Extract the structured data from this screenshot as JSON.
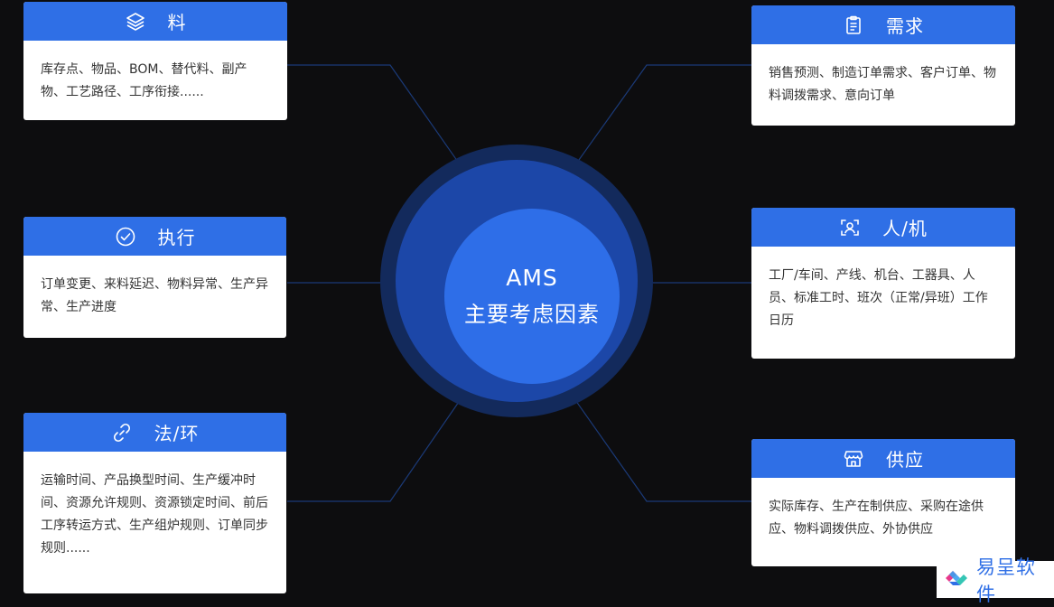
{
  "center": {
    "line1": "AMS",
    "line2": "主要考虑因素"
  },
  "cards": [
    {
      "title": "料",
      "icon": "layers-icon",
      "body": "库存点、物品、BOM、替代料、副产物、工艺路径、工序衔接......"
    },
    {
      "title": "执行",
      "icon": "check-circle-icon",
      "body": "订单变更、来料延迟、物料异常、生产异常、生产进度"
    },
    {
      "title": "法/环",
      "icon": "link-icon",
      "body": "运输时间、产品换型时间、生产缓冲时间、资源允许规则、资源锁定时间、前后工序转运方式、生产组炉规则、订单同步规则......"
    },
    {
      "title": "需求",
      "icon": "clipboard-icon",
      "body": "销售预测、制造订单需求、客户订单、物料调拨需求、意向订单"
    },
    {
      "title": "人/机",
      "icon": "face-scan-icon",
      "body": "工厂/车间、产线、机台、工器具、人员、标准工时、班次（正常/异班）工作日历"
    },
    {
      "title": "供应",
      "icon": "store-icon",
      "body": "实际库存、生产在制供应、采购在途供应、物料调拨供应、外协供应"
    }
  ],
  "brand": {
    "text": "易呈软件",
    "icon": "brand-logo-icon"
  },
  "colors": {
    "accent": "#2f6fe6",
    "background": "#0d0d0f",
    "line": "#1b3a78"
  }
}
